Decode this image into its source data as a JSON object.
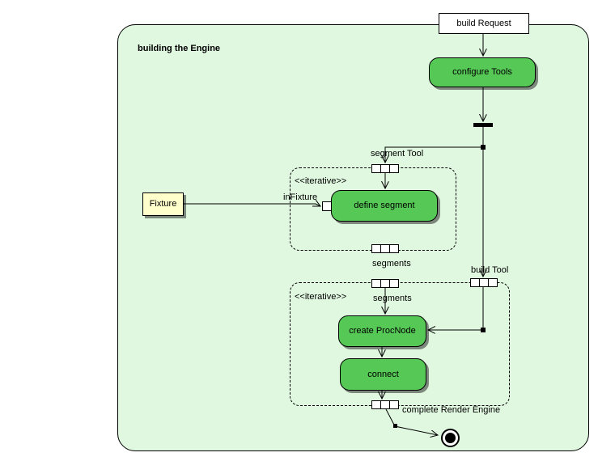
{
  "frame": {
    "title": "building the Engine"
  },
  "nodes": {
    "build_request": {
      "label": "build Request"
    },
    "configure_tools": {
      "label": "configure Tools"
    },
    "define_segment": {
      "label": "define segment"
    },
    "create_procnode": {
      "label": "create ProcNode"
    },
    "connect": {
      "label": "connect"
    },
    "fixture": {
      "label": "Fixture"
    }
  },
  "regions": {
    "define_region": {
      "stereotype": "<<iterative>>"
    },
    "build_region": {
      "stereotype": "<<iterative>>"
    }
  },
  "labels": {
    "segment_tool": "segment Tool",
    "in_fixture": "inFixture",
    "segments_out": "segments",
    "segments_in": "segments",
    "build_tool": "build Tool",
    "complete_render_engine": "complete Render Engine"
  },
  "colors": {
    "frame_fill": "#e0f8e0",
    "action_fill": "#55c855",
    "object_fill": "#ffffcc"
  }
}
